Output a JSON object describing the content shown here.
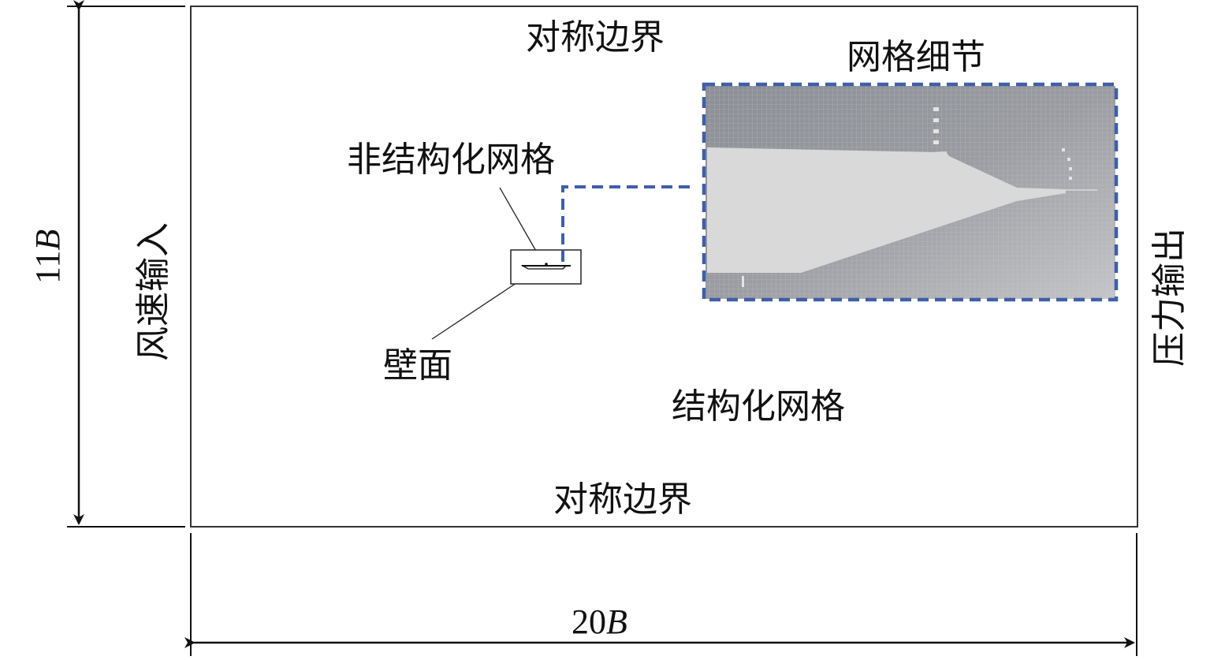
{
  "labels": {
    "top_boundary": "对称边界",
    "bottom_boundary": "对称边界",
    "mesh_detail": "网格细节",
    "unstructured_mesh": "非结构化网格",
    "structured_mesh": "结构化网格",
    "wall": "壁面",
    "inlet": "风速输入",
    "outlet": "压力输出"
  },
  "dimensions": {
    "height_num": "11",
    "height_unit": "B",
    "width_num": "20",
    "width_unit": "B"
  },
  "colors": {
    "detail_border": "#3f5fa8",
    "mesh_dark": "#8a8d93",
    "deck": "#d9d9d9"
  }
}
